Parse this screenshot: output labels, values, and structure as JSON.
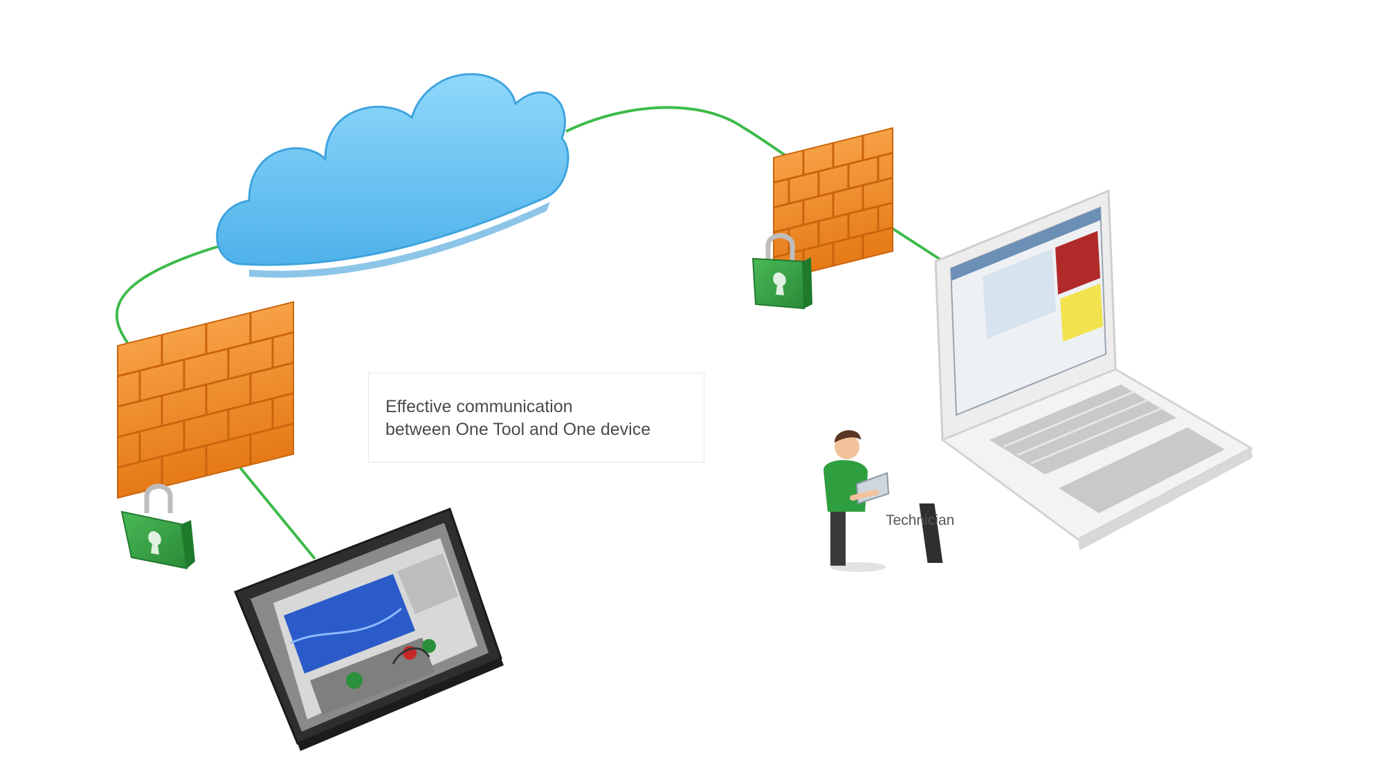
{
  "caption": {
    "line1": "Effective communication",
    "line2": "between One Tool and One device"
  },
  "technician_label": "Technician",
  "icons": [
    "cloud-icon",
    "firewall-icon",
    "padlock-icon",
    "hmi-device-icon",
    "laptop-icon",
    "technician-icon"
  ],
  "colors": {
    "link": "#3dbb4a",
    "cloud": "#6cc8f6",
    "firewall": "#f08a24",
    "padlock": "#2f9e3f",
    "device_frame": "#3a3a3a",
    "laptop": "#e9e9e9"
  }
}
